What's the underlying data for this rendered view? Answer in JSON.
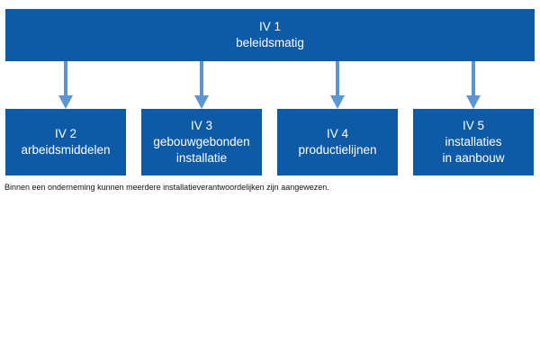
{
  "colors": {
    "box_fill": "#0d5aa7",
    "arrow": "#5b95d4",
    "text_on_box": "#ffffff"
  },
  "top": {
    "title": "IV 1",
    "subtitle": "beleidsmatig"
  },
  "children": [
    {
      "title": "IV 2",
      "lines": [
        "arbeidsmiddelen"
      ]
    },
    {
      "title": "IV 3",
      "lines": [
        "gebouwgebonden",
        "installatie"
      ]
    },
    {
      "title": "IV 4",
      "lines": [
        "productielijnen"
      ]
    },
    {
      "title": "IV 5",
      "lines": [
        "installaties",
        "in aanbouw"
      ]
    }
  ],
  "caption": "Binnen een onderneming kunnen meerdere installatieverantwoordelijken zijn aangewezen."
}
